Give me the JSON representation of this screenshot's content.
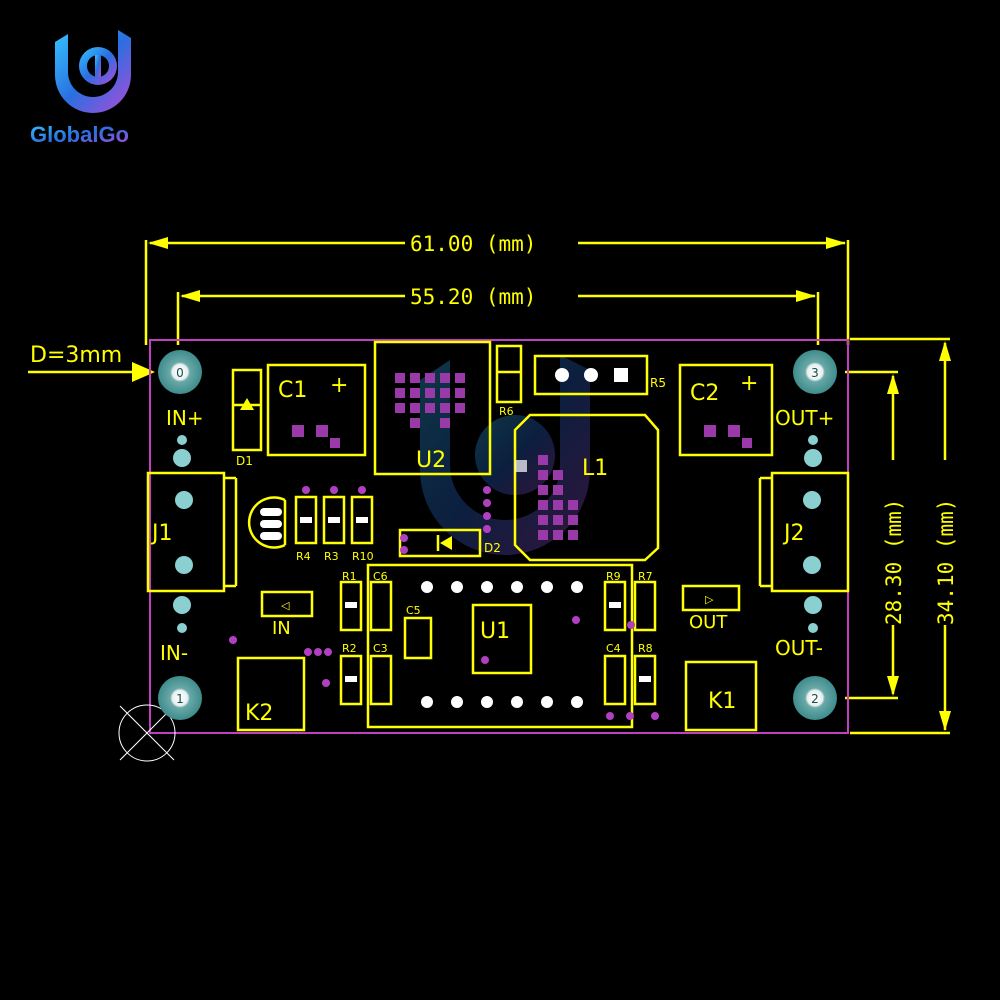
{
  "brand": {
    "name": "GlobalGo"
  },
  "dimensions": {
    "total_width": "61.00 (mm)",
    "hole_spacing_x": "55.20 (mm)",
    "hole_spacing_y": "28.30 (mm)",
    "total_height": "34.10 (mm)",
    "hole_diameter": "D=3mm"
  },
  "mounting_holes": [
    "0",
    "1",
    "2",
    "3"
  ],
  "labels": {
    "in_plus": "IN+",
    "in_minus": "IN-",
    "out_plus": "OUT+",
    "out_minus": "OUT-",
    "in": "IN",
    "out": "OUT"
  },
  "components": {
    "c1": "C1",
    "c2": "C2",
    "c3": "C3",
    "c4": "C4",
    "c5": "C5",
    "c6": "C6",
    "u1": "U1",
    "u2": "U2",
    "l1": "L1",
    "j1": "J1",
    "j2": "J2",
    "k1": "K1",
    "k2": "K2",
    "d1": "D1",
    "d2": "D2",
    "r1": "R1",
    "r2": "R2",
    "r3": "R3",
    "r4": "R4",
    "r5": "R5",
    "r6": "R6",
    "r7": "R7",
    "r8": "R8",
    "r9": "R9",
    "r10": "R10",
    "plus": "+"
  },
  "colors": {
    "background": "#000000",
    "silkscreen": "#ffff00",
    "board_outline": "#c040c0",
    "pad": "#9a3aa8",
    "hole": "#6aa8a8"
  }
}
